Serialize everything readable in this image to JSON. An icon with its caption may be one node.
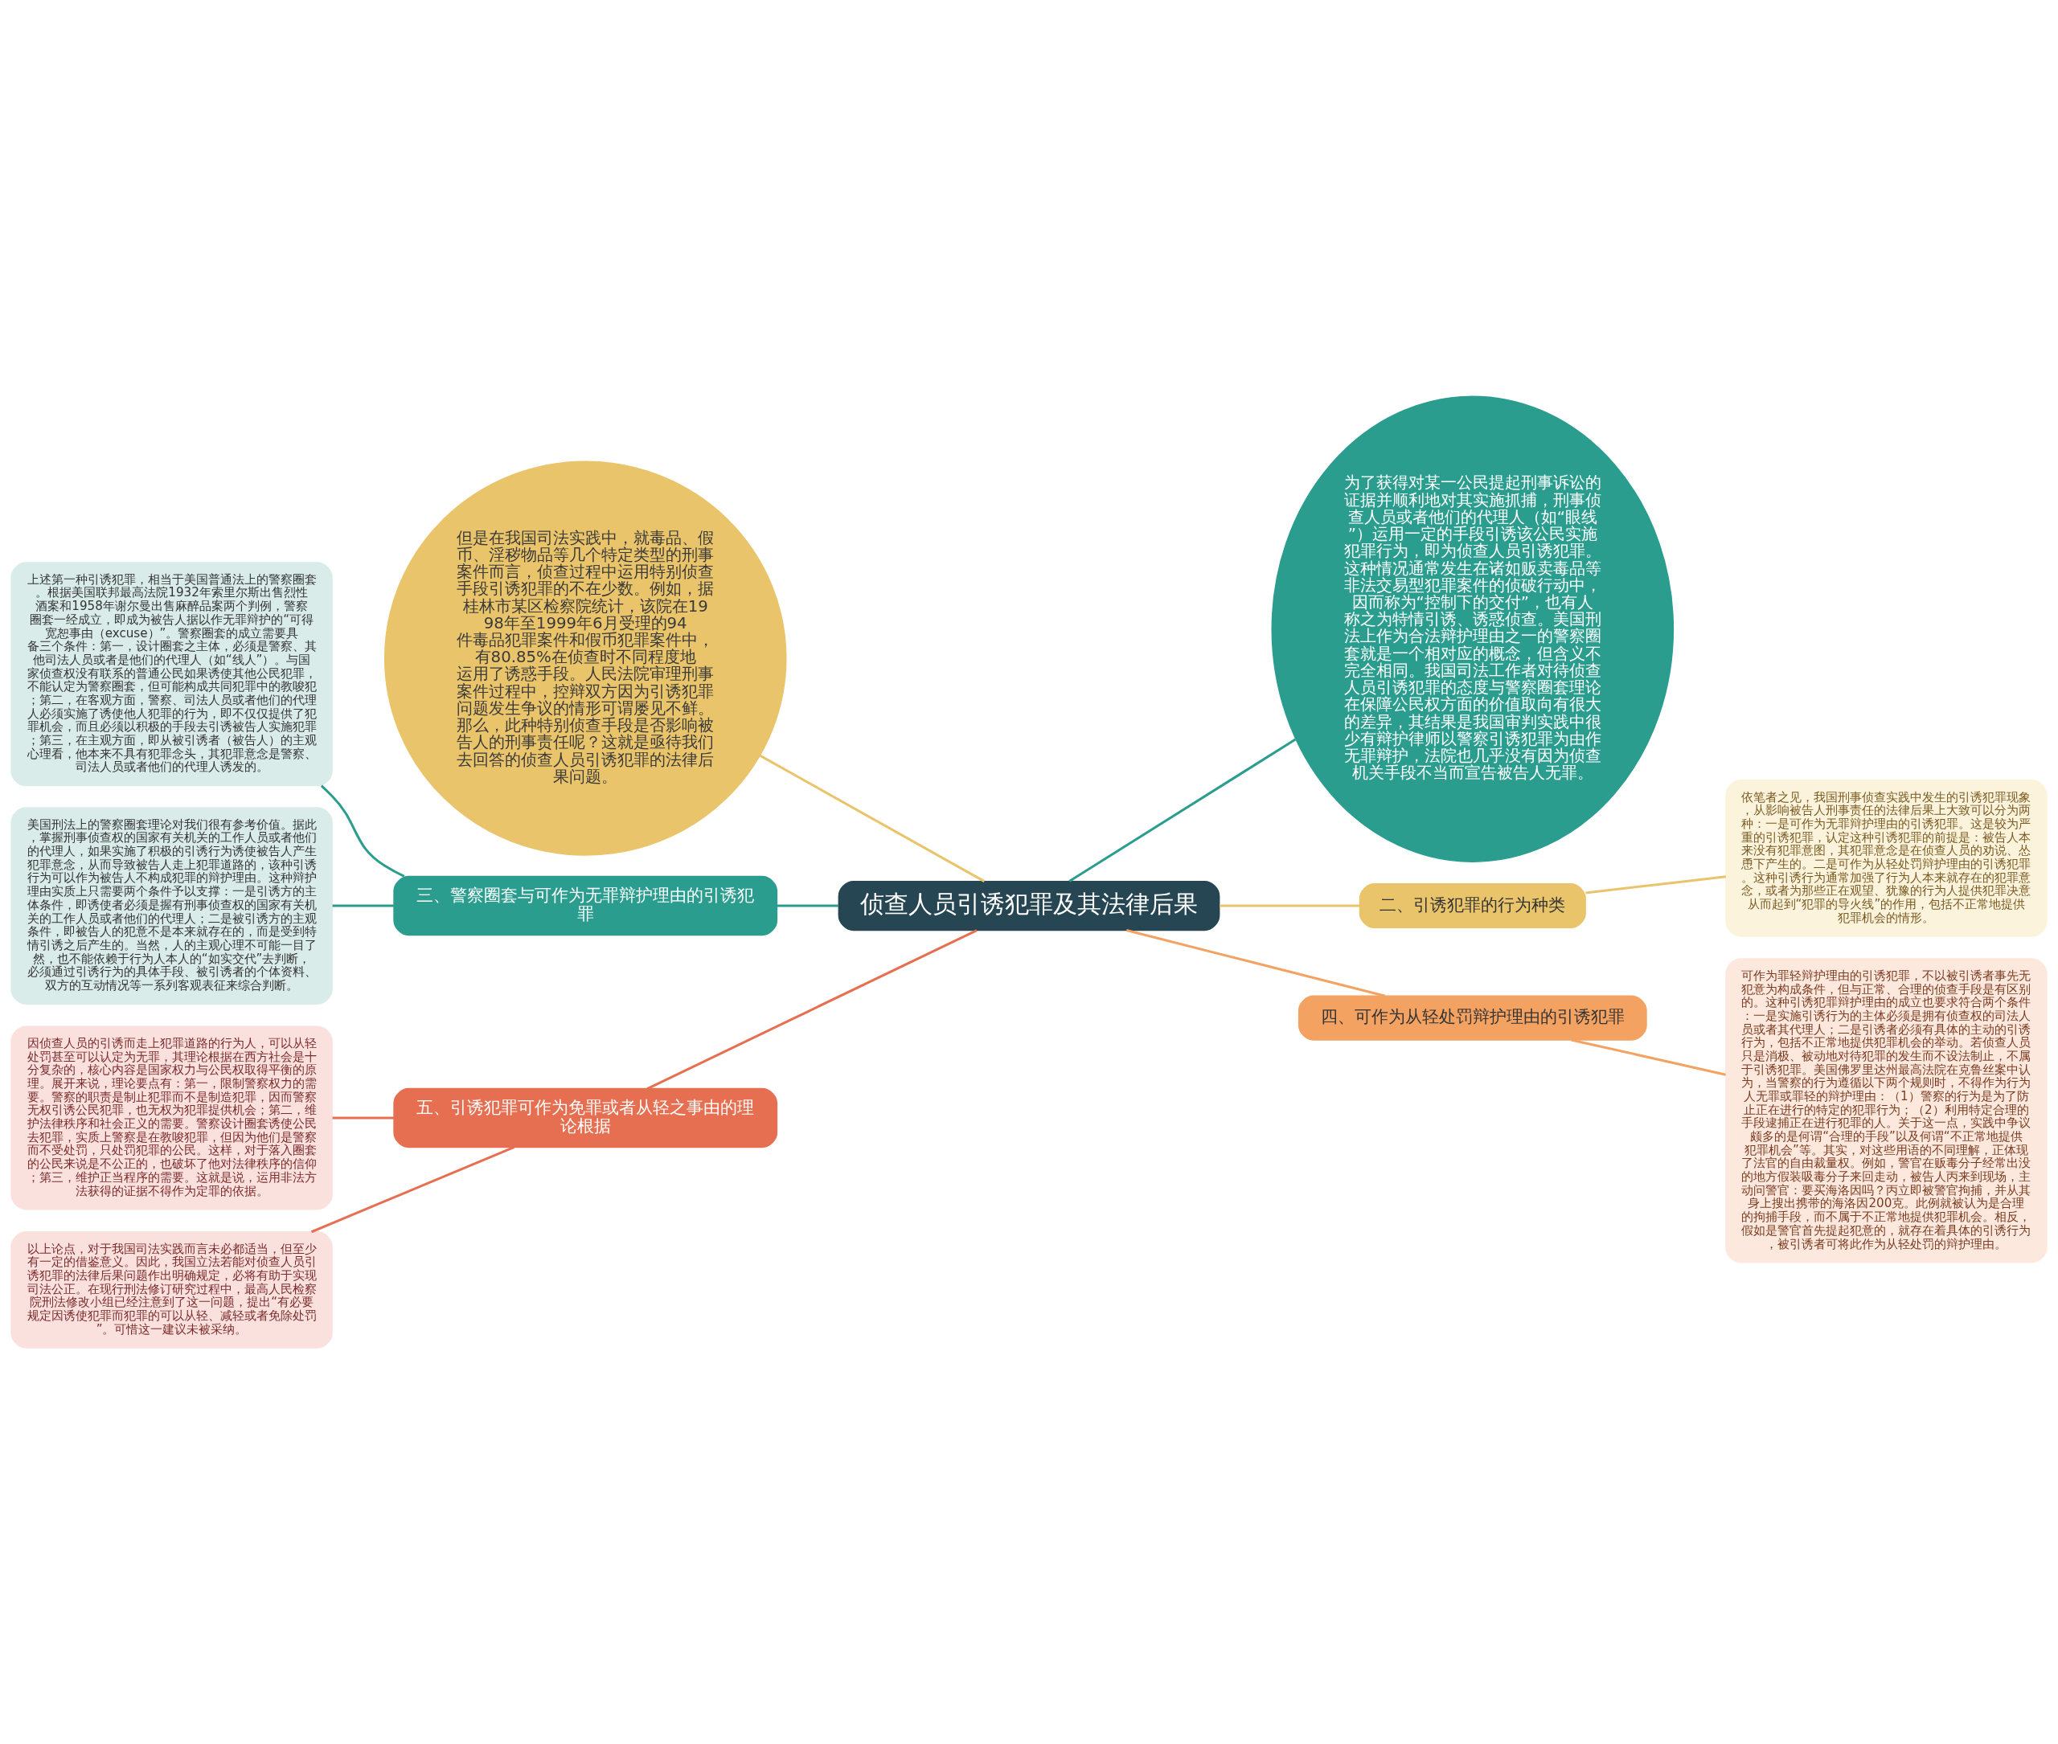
{
  "diagram": {
    "nodes": [
      {
        "text": [
          "侦查人员引诱犯罪及其法律后果"
        ]
      },
      {
        "text": [
          "但是在我国司法实践中，就毒品、假币、淫秽物品等几个特定类型的刑事案件而言，侦查过程中运用特别侦查手段引诱犯罪的不在少数。例如，据桂林市某区检察院统计，该院在1998年至1999年6月受理的94件毒品犯罪案件和假币犯罪案件中，有80.85%在侦查时不同程度地运用了诱惑手段。人民法院审理刑事案件过程中，控辩双方因为引诱犯罪问题发生争议的情形可谓屡见不鲜。那么，此种特别侦查手段是否影响被告人的刑事责任呢？这就是亟待我们去回答的侦查人员引诱犯罪的法律后果问题。"
        ]
      },
      {
        "text": [
          "为了获得对某一公民提起刑事诉讼的证据并顺利地对其实施抓捕，刑事侦查人员或者他们的代理人（如“眼线”）运用一定的手段引诱该公民实施犯罪行为，即为侦查人员引诱犯罪。这种情况通常发生在诸如贩卖毒品等非法交易型犯罪案件的侦破行动中，因而称为“控制下的交付”，也有人称之为特情引诱、诱惑侦查。美国刑法上作为合法辩护理由之一的警察圈套就是一个相对应的概念，但含义不完全相同。我国司法工作者对待侦查人员引诱犯罪的态度与警察圈套理论在保障公民权方面的价值取向有很大的差异，其结果是我国审判实践中很少有辩护律师以警察引诱犯罪为由作无罪辩护，法院也几乎没有因为侦查机关手段不当而宣告被告人无罪。"
        ]
      },
      {
        "text": [
          "三、警察圈套与可作为无罪辩护理由的引诱犯罪"
        ]
      },
      {
        "text": [
          "上述第一种引诱犯罪，相当于美国普通法上的警察圈套。根据美国联邦最高法院1932年索里尔斯出售烈性酒案和1958年谢尔曼出售麻醉品案两个判例，警察圈套一经成立，即成为被告人据以作无罪辩护的“可得宽恕事由（excuse）”。警察圈套的成立需要具备三个条件：第一，设计圈套之主体，必须是警察、其他司法人员或者是他们的代理人（如“线人”）。与国家侦查权没有联系的普通公民如果诱使其他公民犯罪，不能认定为警察圈套，但可能构成共同犯罪中的教唆犯；第二，在客观方面，警察、司法人员或者他们的代理人必须实施了诱使他人犯罪的行为，即不仅仅提供了犯罪机会，而且必须以积极的手段去引诱被告人实施犯罪；第三，在主观方面，即从被引诱者（被告人）的主观心理看，他本来不具有犯罪念头，其犯罪意念是警察、司法人员或者他们的代理人诱发的。"
        ]
      },
      {
        "text": [
          "美国刑法上的警察圈套理论对我们很有参考价值。据此，掌握刑事侦查权的国家有关机关的工作人员或者他们的代理人，如果实施了积极的引诱行为诱使被告人产生犯罪意念，从而导致被告人走上犯罪道路的，该种引诱行为可以作为被告人不构成犯罪的辩护理由。这种辩护理由实质上只需要两个条件予以支撑：一是引诱方的主体条件，即诱使者必须是握有刑事侦查权的国家有关机关的工作人员或者他们的代理人；二是被引诱方的主观条件，即被告人的犯意不是本来就存在的，而是受到特情引诱之后产生的。当然，人的主观心理不可能一目了然，也不能依赖于行为人本人的“如实交代”去判断，必须通过引诱行为的具体手段、被引诱者的个体资料、双方的互动情况等一系列客观表征来综合判断。"
        ]
      },
      {
        "text": [
          "二、引诱犯罪的行为种类"
        ]
      },
      {
        "text": [
          "依笔者之见，我国刑事侦查实践中发生的引诱犯罪现象，从影响被告人刑事责任的法律后果上大致可以分为两种：一是可作为无罪辩护理由的引诱犯罪。这是较为严重的引诱犯罪，认定这种引诱犯罪的前提是：被告人本来没有犯罪意图，其犯罪意念是在侦查人员的劝说、怂恿下产生的。二是可作为从轻处罚辩护理由的引诱犯罪。这种引诱行为通常加强了行为人本来就存在的犯罪意念，或者为那些正在观望、犹豫的行为人提供犯罪决意从而起到“犯罪的导火线”的作用，包括不正常地提供犯罪机会的情形。"
        ]
      },
      {
        "text": [
          "四、可作为从轻处罚辩护理由的引诱犯罪"
        ]
      },
      {
        "text": [
          "可作为罪轻辩护理由的引诱犯罪，不以被引诱者事先无犯意为构成条件，但与正常、合理的侦查手段是有区别的。这种引诱犯罪辩护理由的成立也要求符合两个条件：一是实施引诱行为的主体必须是拥有侦查权的司法人员或者其代理人；二是引诱者必须有具体的主动的引诱行为，包括不正常地提供犯罪机会的举动。若侦查人员只是消极、被动地对待犯罪的发生而不设法制止，不属于引诱犯罪。美国佛罗里达州最高法院在克鲁丝案中认为，当警察的行为遵循以下两个规则时，不得作为行为人无罪或罪轻的辩护理由：（1）警察的行为是为了防止正在进行的特定的犯罪行为；（2）利用特定合理的手段逮捕正在进行犯罪的人。关于这一点，实践中争议颇多的是何谓“合理的手段”以及何谓“不正常地提供犯罪机会”等。其实，对这些用语的不同理解，正体现了法官的自由裁量权。例如，警官在贩毒分子经常出没的地方假装吸毒分子来回走动，被告人丙来到现场，主动问警官：要买海洛因吗？丙立即被警官拘捕，并从其身上搜出携带的海洛因200克。此例就被认为是合理的拘捕手段，而不属于不正常地提供犯罪机会。相反，假如是警官首先提起犯意的，就存在着具体的引诱行为，被引诱者可将此作为从轻处罚的辩护理由。"
        ]
      },
      {
        "text": [
          "五、引诱犯罪可作为免罪或者从轻之事由的理论根据"
        ]
      },
      {
        "text": [
          "因侦查人员的引诱而走上犯罪道路的行为人，可以从轻处罚甚至可以认定为无罪，其理论根据在西方社会是十分复杂的，核心内容是国家权力与公民权取得平衡的原理。展开来说，理论要点有：第一，限制警察权力的需要。警察的职责是制止犯罪而不是制造犯罪，因而警察无权引诱公民犯罪，也无权为犯罪提供机会；第二，维护法律秩序和社会正义的需要。警察设计圈套诱使公民去犯罪，实质上警察是在教唆犯罪，但因为他们是警察而不受处罚，只处罚犯罪的公民。这样，对于落入圈套的公民来说是不公正的，也破坏了他对法律秩序的信仰；第三，维护正当程序的需要。这就是说，运用非法方法获得的证据不得作为定罪的依据。"
        ]
      },
      {
        "text": [
          "以上论点，对于我国司法实践而言未必都适当，但至少有一定的借鉴意义。因此，我国立法若能对侦查人员引诱犯罪的法律后果问题作出明确规定，必将有助于实现司法公正。在现行刑法修订研究过程中，最高人民检察院刑法修改小组已经注意到了这一问题，提出“有必要规定因诱使犯罪而犯罪的可以从轻、减轻或者免除处罚”。可惜这一建议未被采纳。"
        ]
      }
    ],
    "edges": [
      {
        "from": 0,
        "to": 1,
        "arrow": "none",
        "color": "#e9c46a"
      },
      {
        "from": 0,
        "to": 2,
        "arrow": "none",
        "color": "#2a9d8f"
      },
      {
        "from": 0,
        "to": 3,
        "arrow": "none",
        "color": "#2a9d8f"
      },
      {
        "from": 3,
        "to": 4,
        "arrow": "none",
        "color": "#2a9d8f"
      },
      {
        "from": 3,
        "to": 5,
        "arrow": "none",
        "color": "#2a9d8f"
      },
      {
        "from": 0,
        "to": 6,
        "arrow": "none",
        "color": "#e9c46a"
      },
      {
        "from": 6,
        "to": 7,
        "arrow": "none",
        "color": "#e9c46a"
      },
      {
        "from": 0,
        "to": 8,
        "arrow": "none",
        "color": "#f4a261"
      },
      {
        "from": 8,
        "to": 9,
        "arrow": "none",
        "color": "#f4a261"
      },
      {
        "from": 0,
        "to": 10,
        "arrow": "none",
        "color": "#e76f51"
      },
      {
        "from": 10,
        "to": 11,
        "arrow": "none",
        "color": "#e76f51"
      },
      {
        "from": 10,
        "to": 12,
        "arrow": "none",
        "color": "#e76f51"
      }
    ]
  }
}
